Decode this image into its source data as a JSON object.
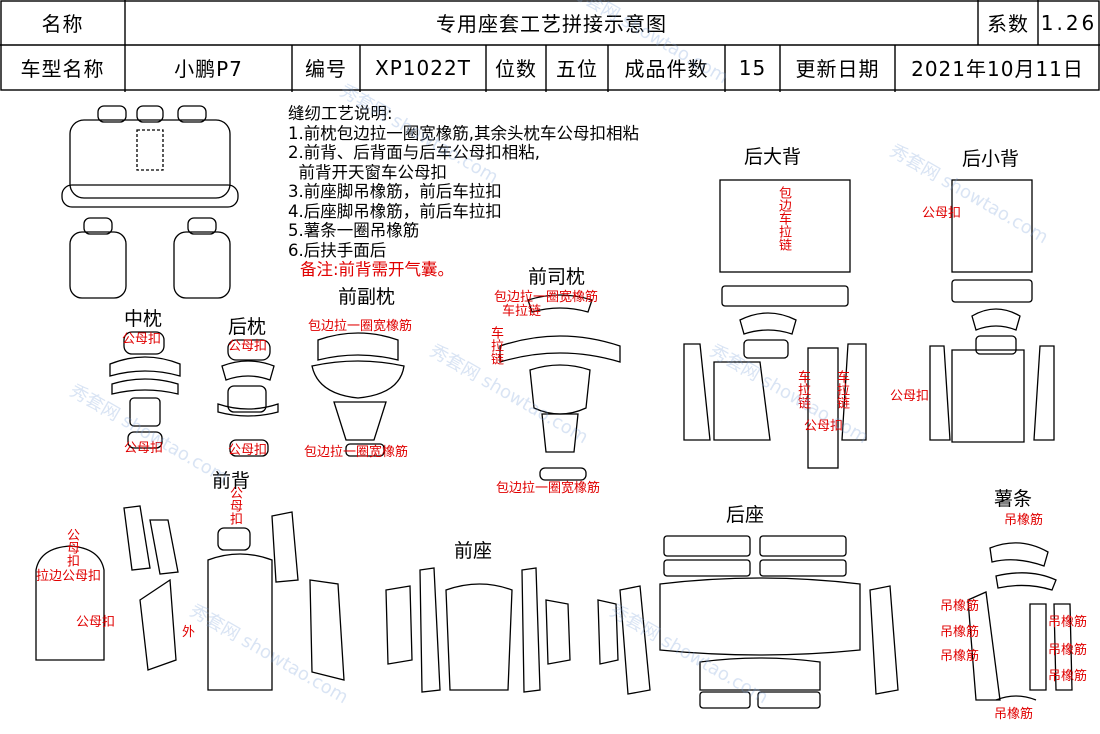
{
  "header": {
    "name_label": "名称",
    "doc_title": "专用座套工艺拼接示意图",
    "coef_label": "系数",
    "coef_value": "1.26",
    "model_label": "车型名称",
    "model_value": "小鹏P7",
    "code_label": "编号",
    "code_value": "XP1022T",
    "seats_label": "位数",
    "seats_value": "五位",
    "count_label": "成品件数",
    "count_value": "15",
    "date_label": "更新日期",
    "date_value": "2021年10月11日"
  },
  "notes": {
    "title": "缝纫工艺说明:",
    "lines": [
      "1.前枕包边拉一圈宽橡筋,其余头枕车公母扣相粘",
      "2.前背、后背面与后车公母扣相粘,",
      "  前背开天窗车公母扣",
      "3.前座脚吊橡筋，前后车拉扣",
      "4.后座脚吊橡筋，前后车拉扣",
      "5.薯条一圈吊橡筋",
      "6.后扶手面后"
    ],
    "remark": "备注:前背需开气囊。"
  },
  "sections": {
    "middle_pillow": "中枕",
    "rear_pillow": "后枕",
    "front_passenger_pillow": "前副枕",
    "front_driver_pillow": "前司枕",
    "rear_big_back": "后大背",
    "rear_small_back": "后小背",
    "front_back": "前背",
    "front_seat": "前座",
    "rear_seat": "后座",
    "fries_strip": "薯条"
  },
  "annotations": {
    "snap": "公母扣",
    "binding_elastic": "包边拉一圈宽橡筋",
    "zip": "车拉链",
    "binding_zip_vertical": "包边车拉链",
    "zip_short": "车拉链",
    "binding_snap": "拉边公母扣",
    "outside": "外",
    "hanging_elastic": "吊橡筋"
  },
  "watermark": "秀套网 showtao.com"
}
